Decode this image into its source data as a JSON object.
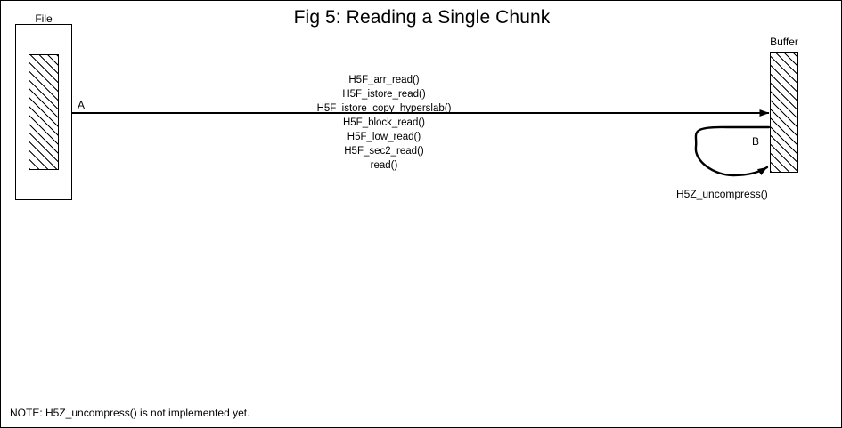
{
  "title": "Fig 5:  Reading a Single Chunk",
  "colors": {
    "stroke": "#000000",
    "background": "#ffffff",
    "hatch": "#000000"
  },
  "file_box": {
    "label": "File"
  },
  "buffer_box": {
    "label": "Buffer"
  },
  "arrow_a": {
    "label": "A",
    "call_stack": [
      "H5F_arr_read()",
      "H5F_istore_read()",
      "H5F_istore_copy_hyperslab()",
      "H5F_block_read()",
      "H5F_low_read()",
      "H5F_sec2_read()",
      "read()"
    ]
  },
  "loop_b": {
    "label": "B",
    "function_label": "H5Z_uncompress()"
  },
  "note": "NOTE: H5Z_uncompress() is not implemented yet."
}
